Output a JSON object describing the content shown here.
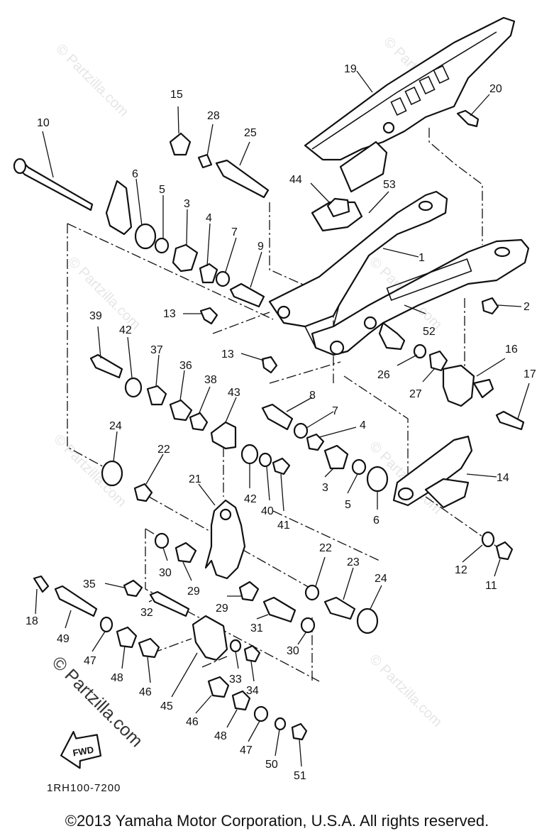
{
  "watermark": "© Partzilla.com",
  "diagram_code": "1RH100-7200",
  "fwd_label": "FWD",
  "copyright": "©2013  Yamaha Motor Corporation, U.S.A. All rights reserved.",
  "parts": {
    "p1": "1",
    "p2": "2",
    "p3": "3",
    "p3b": "3",
    "p4": "4",
    "p4b": "4",
    "p5": "5",
    "p5b": "5",
    "p6": "6",
    "p6b": "6",
    "p7": "7",
    "p7b": "7",
    "p8": "8",
    "p9": "9",
    "p10": "10",
    "p11": "11",
    "p12": "12",
    "p13": "13",
    "p13b": "13",
    "p14": "14",
    "p15": "15",
    "p16": "16",
    "p17": "17",
    "p18": "18",
    "p19": "19",
    "p20": "20",
    "p21": "21",
    "p22": "22",
    "p22b": "22",
    "p23": "23",
    "p24": "24",
    "p24b": "24",
    "p25": "25",
    "p26": "26",
    "p27": "27",
    "p28": "28",
    "p29": "29",
    "p29b": "29",
    "p30": "30",
    "p30b": "30",
    "p31": "31",
    "p32": "32",
    "p33": "33",
    "p34": "34",
    "p35": "35",
    "p36": "36",
    "p37": "37",
    "p38": "38",
    "p39": "39",
    "p40": "40",
    "p41": "41",
    "p42": "42",
    "p42b": "42",
    "p43": "43",
    "p44": "44",
    "p45": "45",
    "p46": "46",
    "p46b": "46",
    "p47": "47",
    "p47b": "47",
    "p48": "48",
    "p48b": "48",
    "p49": "49",
    "p50": "50",
    "p51": "51",
    "p52": "52",
    "p53": "53"
  }
}
